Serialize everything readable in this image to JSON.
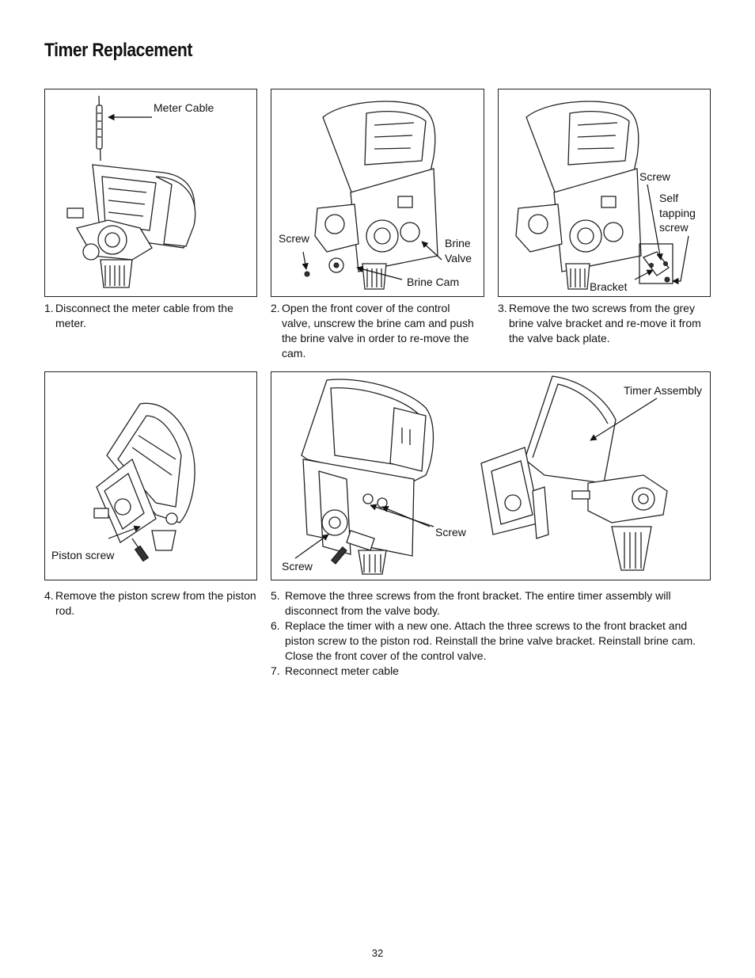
{
  "page": {
    "title": "Timer Replacement",
    "page_number": "32"
  },
  "panels": {
    "p1": {
      "labels": {
        "meter_cable": "Meter Cable"
      }
    },
    "p2": {
      "labels": {
        "screw": "Screw",
        "brine": "Brine",
        "valve": "Valve",
        "brine_cam": "Brine Cam"
      }
    },
    "p3": {
      "labels": {
        "screw": "Screw",
        "self": "Self",
        "tapping": "tapping",
        "screw2": "screw",
        "bracket": "Bracket"
      }
    },
    "p4": {
      "labels": {
        "piston_screw": "Piston screw"
      }
    },
    "p5": {
      "labels": {
        "timer_assembly": "Timer Assembly",
        "screw_right": "Screw",
        "screw_left": "Screw"
      }
    }
  },
  "captions": {
    "c1": {
      "num": "1.",
      "text": "Disconnect the meter cable from the meter."
    },
    "c2": {
      "num": "2.",
      "text": "Open the front cover of the control valve, unscrew the brine cam and push the brine valve in order to re-move the cam."
    },
    "c3": {
      "num": "3.",
      "text": "Remove the two screws from the grey brine valve bracket and re-move it from the valve back plate."
    },
    "c4": {
      "num": "4.",
      "text": "Remove the piston screw from the piston rod."
    }
  },
  "steps": [
    {
      "num": "5.",
      "text": "Remove the three screws from the front bracket. The entire timer assembly will disconnect from the valve body."
    },
    {
      "num": "6.",
      "text": "Replace the timer with a new one. Attach the three screws to the front bracket and piston screw to the piston rod. Reinstall the brine valve bracket. Reinstall brine cam. Close the front cover of the control valve."
    },
    {
      "num": "7.",
      "text": "Reconnect meter cable"
    }
  ]
}
